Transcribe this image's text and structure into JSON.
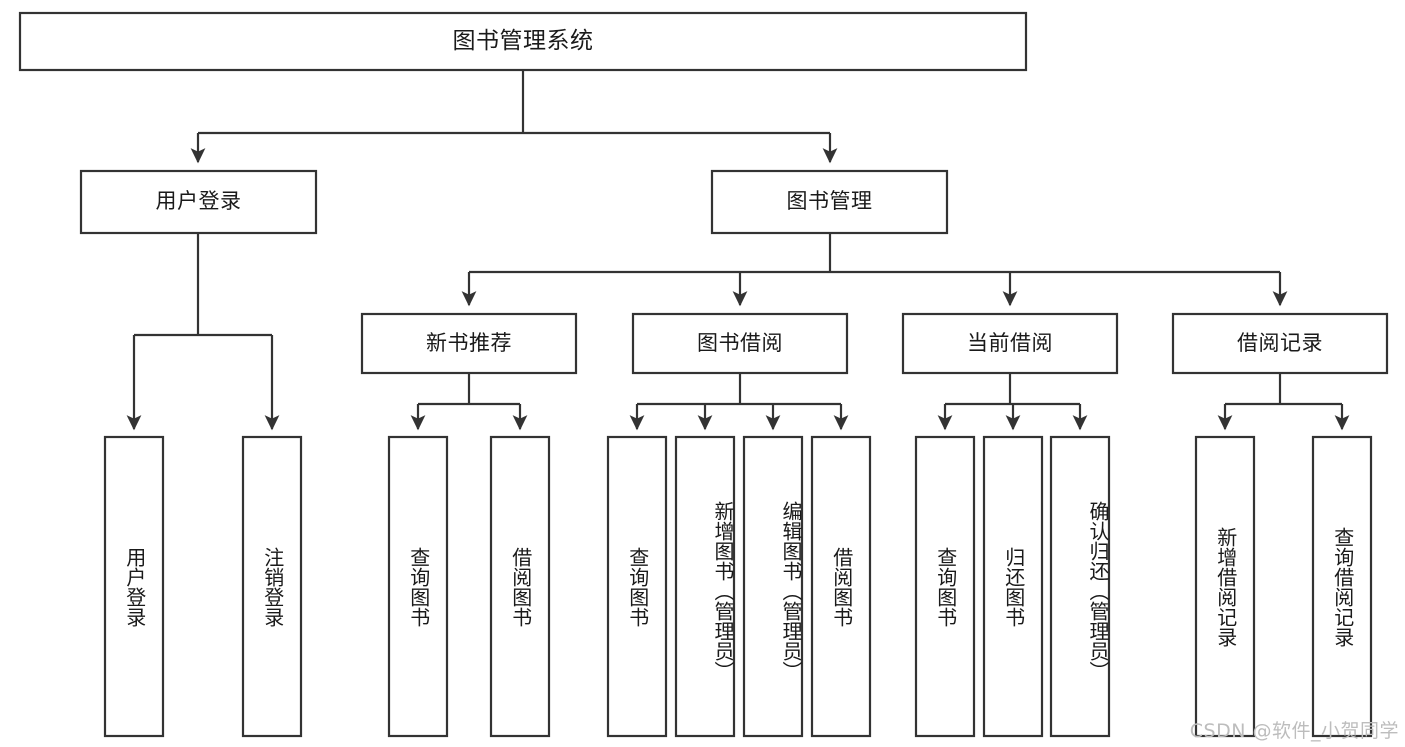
{
  "diagram": {
    "type": "hierarchy-tree",
    "title": "图书管理系统",
    "root": {
      "id": "root",
      "label": "图书管理系统",
      "orientation": "horizontal"
    },
    "level2": [
      {
        "id": "user-login",
        "label": "用户登录",
        "orientation": "horizontal"
      },
      {
        "id": "book-management",
        "label": "图书管理",
        "orientation": "horizontal"
      }
    ],
    "level3": [
      {
        "id": "new-book-recommend",
        "label": "新书推荐",
        "orientation": "horizontal"
      },
      {
        "id": "book-borrow",
        "label": "图书借阅",
        "orientation": "horizontal"
      },
      {
        "id": "current-borrow",
        "label": "当前借阅",
        "orientation": "horizontal"
      },
      {
        "id": "borrow-record",
        "label": "借阅记录",
        "orientation": "horizontal"
      }
    ],
    "leaves": {
      "user_login": [
        {
          "id": "leaf-user-login",
          "label": "用户登录",
          "orientation": "vertical"
        },
        {
          "id": "leaf-logout",
          "label": "注销登录",
          "orientation": "vertical"
        }
      ],
      "new_book_recommend": [
        {
          "id": "leaf-query-book-1",
          "label": "查询图书",
          "orientation": "vertical"
        },
        {
          "id": "leaf-borrow-book-1",
          "label": "借阅图书",
          "orientation": "vertical"
        }
      ],
      "book_borrow": [
        {
          "id": "leaf-query-book-2",
          "label": "查询图书",
          "orientation": "vertical"
        },
        {
          "id": "leaf-add-book",
          "label": "新增图书（管理员）",
          "orientation": "vertical"
        },
        {
          "id": "leaf-edit-book",
          "label": "编辑图书（管理员）",
          "orientation": "vertical"
        },
        {
          "id": "leaf-borrow-book-2",
          "label": "借阅图书",
          "orientation": "vertical"
        }
      ],
      "current_borrow": [
        {
          "id": "leaf-query-book-3",
          "label": "查询图书",
          "orientation": "vertical"
        },
        {
          "id": "leaf-return-book",
          "label": "归还图书",
          "orientation": "vertical"
        },
        {
          "id": "leaf-confirm-return",
          "label": "确认归还（管理员）",
          "orientation": "vertical"
        }
      ],
      "borrow_record": [
        {
          "id": "leaf-add-record",
          "label": "新增借阅记录",
          "orientation": "vertical"
        },
        {
          "id": "leaf-query-record",
          "label": "查询借阅记录",
          "orientation": "vertical"
        }
      ]
    },
    "colors": {
      "box_stroke": "#333333",
      "box_fill": "#ffffff",
      "connector": "#333333",
      "text": "#1a1a1a",
      "background": "#ffffff",
      "watermark": "#bdbdbd"
    }
  },
  "watermark": {
    "text": "CSDN @软件_小贺同学"
  }
}
